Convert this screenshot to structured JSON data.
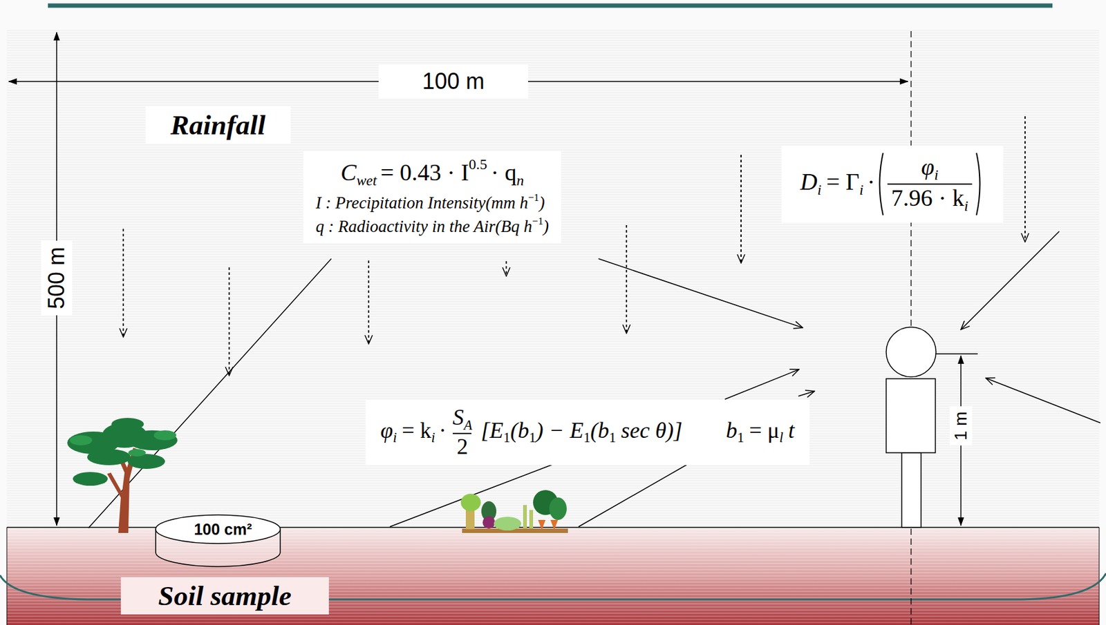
{
  "diagram": {
    "nodes": [
      {
        "text": [
          "100 cm²"
        ]
      }
    ],
    "labels": [
      "100 m",
      "500 m",
      "Rainfall",
      "C",
      "wet",
      "= 0.43 · I",
      "0.5",
      "· q",
      "n",
      "I : Precipitation Intensity(mm h",
      "−1",
      ")",
      "q : Radioactivity in the Air(Bq h",
      "−1",
      ")",
      "D",
      "i",
      "= Γ",
      "i",
      "·",
      "φ",
      "i",
      "7.96 · k",
      "i",
      "φ",
      "i",
      "= k",
      "i",
      "·",
      "S",
      "A",
      "2",
      "[E",
      "1",
      "(b",
      "1",
      ") − E",
      "1",
      "(b",
      "1",
      "sec θ)]",
      "b",
      "1",
      "= μ",
      "l",
      "t",
      "1 m",
      "Soil sample"
    ]
  }
}
